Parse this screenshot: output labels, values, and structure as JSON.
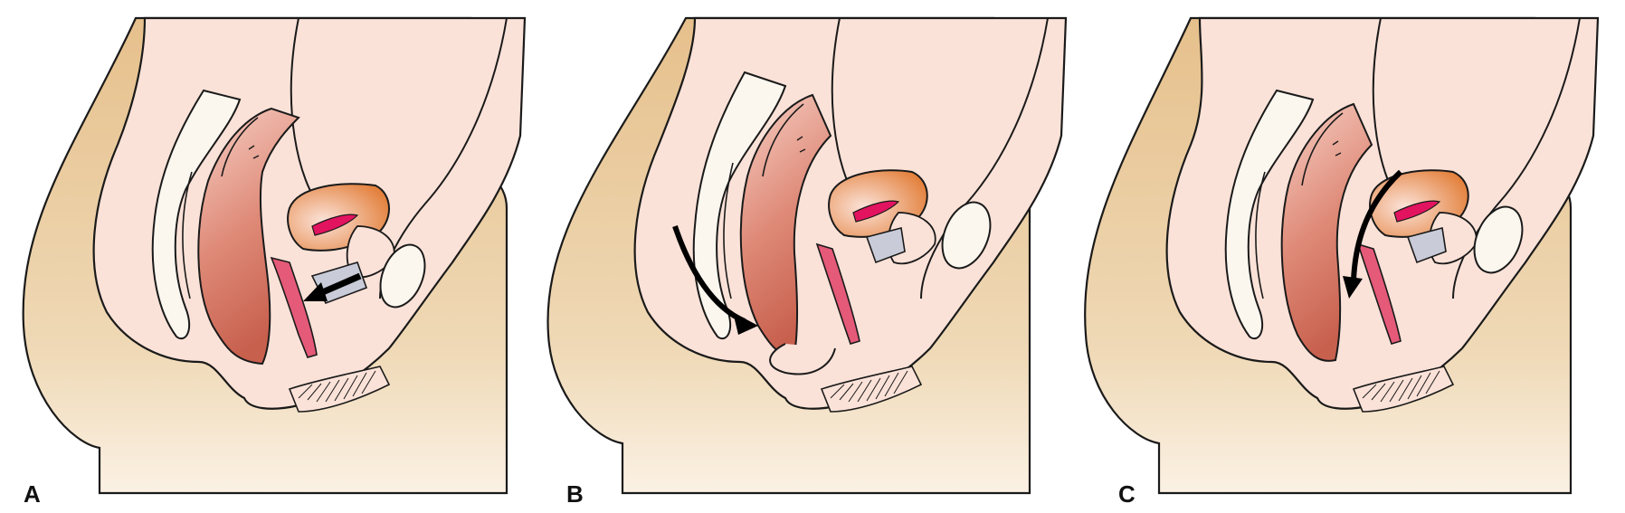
{
  "figure": {
    "panels": [
      {
        "label": "A",
        "variant": "posterior"
      },
      {
        "label": "B",
        "variant": "anterior-curved"
      },
      {
        "label": "C",
        "variant": "downward"
      }
    ]
  },
  "colors": {
    "skin_light": "#fbe2d8",
    "skin_tan": "#e9c896",
    "skin_tan_light": "#f6e7cf",
    "organ_deep": "#d2664f",
    "organ_mid": "#e79b80",
    "uterus_orange": "#e3813d",
    "magenta": "#e2135f",
    "sacrum_white": "#fbf7ef",
    "outline": "#1a1a1a",
    "gray_lumen": "#c9ccd8"
  }
}
